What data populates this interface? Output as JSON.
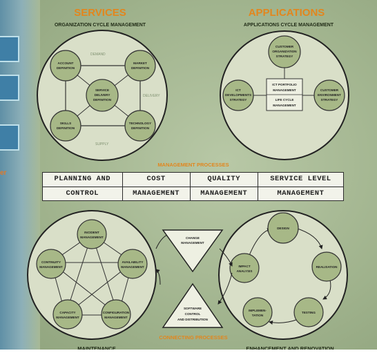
{
  "headers": {
    "services": "SERVICES",
    "applications": "APPLICATIONS",
    "org_cycle": "ORGANIZATION CYCLE MANAGEMENT",
    "app_cycle": "APPLICATIONS CYCLE MANAGEMENT",
    "management_processes": "MANAGEMENT PROCESSES",
    "connecting_processes": "CONNECTING PROCESSES",
    "maintenance": "MAINTENANCE",
    "enhancement": "ENHANCEMENT AND RENOVATION"
  },
  "side": {
    "fragment": "er"
  },
  "services_circle": {
    "account": [
      "ACCOUNT",
      "DEFINITION"
    ],
    "market": [
      "MARKET",
      "DEFINITION"
    ],
    "center": [
      "SERVICE",
      "DELIVERY",
      "DEFINITION"
    ],
    "skills": [
      "SKILLS",
      "DEFINITION"
    ],
    "technology": [
      "TECHNOLOGY",
      "DEFINITION"
    ],
    "faint": [
      "SUPPLY",
      "DEMAND",
      "DELIVERY"
    ]
  },
  "applications_circle": {
    "customer_org": [
      "CUSTOMER",
      "ORGANIZATION",
      "STRATEGY"
    ],
    "ict_dev": [
      "ICT",
      "DEVELOPMENTS",
      "STRATEGY"
    ],
    "customer_env": [
      "CUSTOMER",
      "ENVIRONMENT",
      "STRATEGY"
    ],
    "center": [
      "ICT PORTFOLIO",
      "MANAGEMENT",
      "LIFE CYCLE",
      "MANAGEMENT"
    ]
  },
  "management_table": [
    [
      "PLANNING AND",
      "CONTROL"
    ],
    [
      "COST",
      "MANAGEMENT"
    ],
    [
      "QUALITY",
      "MANAGEMENT"
    ],
    [
      "SERVICE LEVEL",
      "MANAGEMENT"
    ]
  ],
  "maintenance_circle": {
    "incident": [
      "INCIDENT",
      "MANAGEMENT"
    ],
    "continuity": [
      "CONTINUITY",
      "MANAGEMENT"
    ],
    "availability": [
      "AVAILABILITY",
      "MANAGEMENT"
    ],
    "capacity": [
      "CAPACITY",
      "MANAGEMENT"
    ],
    "configuration": [
      "CONFIGURATION",
      "MANAGEMENT"
    ]
  },
  "connecting": {
    "change": [
      "CHANGE",
      "MANAGEMENT"
    ],
    "software": [
      "SOFTWARE",
      "CONTROL",
      "AND DISTRIBUTION"
    ]
  },
  "enhancement_circle": {
    "design": [
      "DESIGN"
    ],
    "impact": [
      "IMPACT",
      "ANALYSIS"
    ],
    "realisation": [
      "REALISATION"
    ],
    "implementation": [
      "IMPLEMEN-",
      "TATION"
    ],
    "testing": [
      "TESTING"
    ]
  }
}
